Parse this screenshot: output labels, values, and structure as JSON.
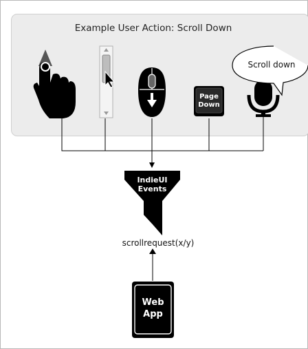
{
  "title": "Example User Action: Scroll Down",
  "speech_bubble": "Scroll down",
  "page_down_key": {
    "line1": "Page",
    "line2": "Down"
  },
  "funnel": {
    "line1": "IndieUI",
    "line2": "Events"
  },
  "event_label": "scrollrequest(x/y)",
  "webapp": {
    "line1": "Web",
    "line2": "App"
  },
  "icons": [
    "touch-swipe-icon",
    "scrollbar-icon",
    "mouse-wheel-icon",
    "page-down-key-icon",
    "microphone-icon"
  ]
}
